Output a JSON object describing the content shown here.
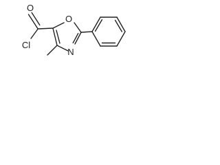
{
  "diagram": {
    "type": "chemical-structure",
    "colors": {
      "bond": "#222222",
      "label": "#222222",
      "background": "#ffffff"
    },
    "atoms": {
      "carbonyl_oxygen": "O",
      "chlorine": "Cl",
      "ring_oxygen": "O",
      "ring_nitrogen": "N"
    }
  }
}
